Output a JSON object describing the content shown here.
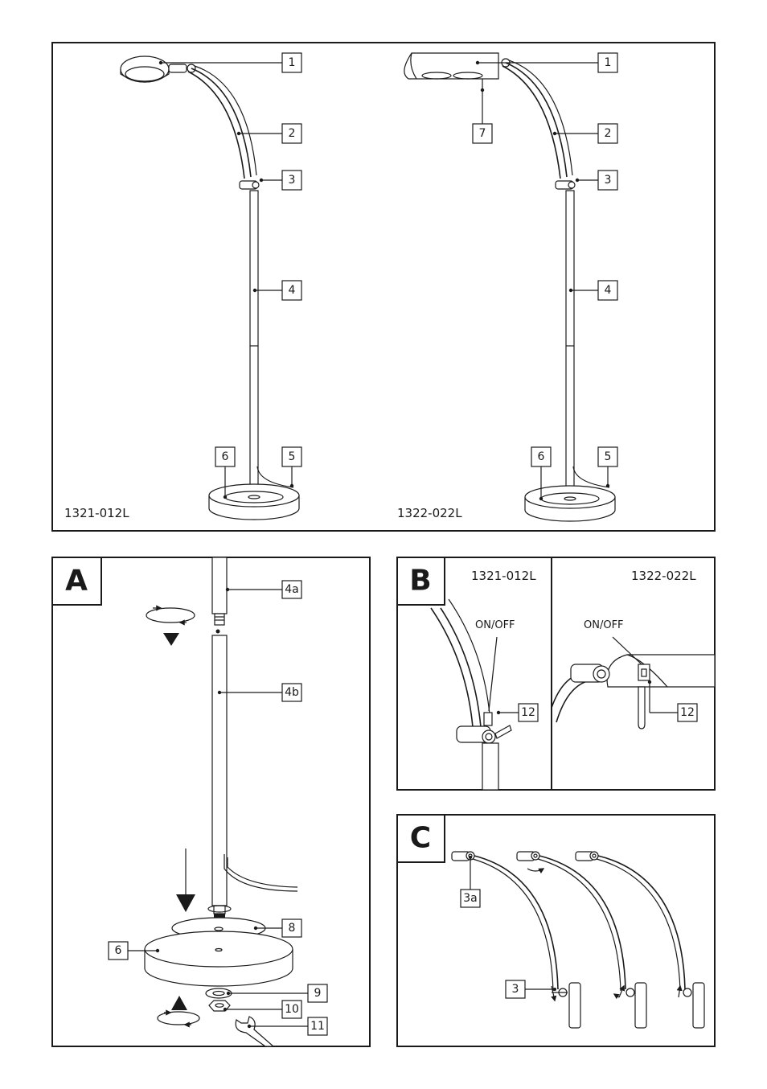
{
  "overview": {
    "left_model": "1321-012L",
    "right_model": "1322-022L",
    "left_callouts": [
      "1",
      "2",
      "3",
      "4",
      "5",
      "6"
    ],
    "right_callouts": [
      "1",
      "7",
      "2",
      "3",
      "4",
      "6",
      "5"
    ]
  },
  "panel_a": {
    "letter": "A",
    "callouts": [
      "4a",
      "4b",
      "8",
      "6",
      "9",
      "10",
      "11"
    ]
  },
  "panel_b": {
    "letter": "B",
    "left_model": "1321-012L",
    "right_model": "1322-022L",
    "left_switch_label": "ON/OFF",
    "right_switch_label": "ON/OFF",
    "left_callout": "12",
    "right_callout": "12"
  },
  "panel_c": {
    "letter": "C",
    "callouts": [
      "3a",
      "3"
    ]
  }
}
